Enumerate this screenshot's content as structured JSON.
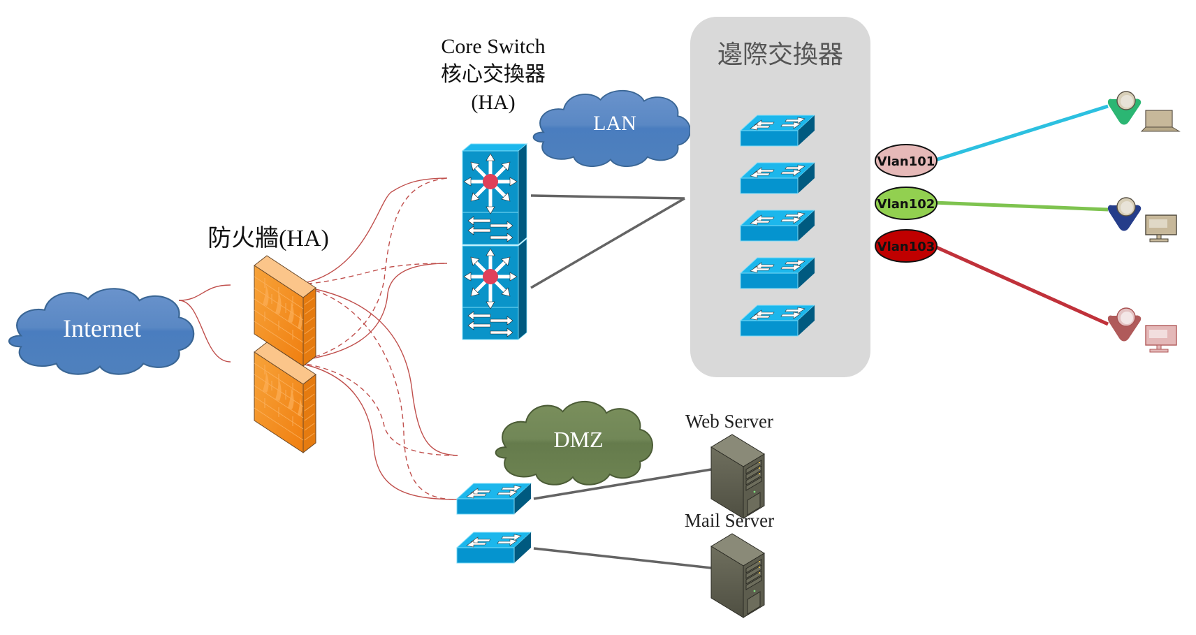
{
  "title": "Network topology",
  "nodes": {
    "internet": {
      "label": "Internet",
      "color": "#4f81bd"
    },
    "lan": {
      "label": "LAN",
      "color": "#4f81bd"
    },
    "dmz": {
      "label": "DMZ",
      "color": "#6e8452"
    },
    "firewall": {
      "label": "防火牆(HA)",
      "color": "#f28a1a"
    },
    "core_switch": {
      "label_line1": "Core Switch",
      "label_line2": "核心交換器",
      "label_line3": "(HA)",
      "color": "#0a94c9"
    },
    "edge_switch_group": {
      "label": "邊際交換器",
      "count": 5,
      "bg_color": "#d9d9d9"
    },
    "web_server": {
      "label": "Web Server"
    },
    "mail_server": {
      "label": "Mail Server"
    }
  },
  "vlans": [
    {
      "label": "Vlan101",
      "fill": "#e6b9b8",
      "line_color": "#2cc0e0",
      "user_color": "#2bb673",
      "device": "laptop"
    },
    {
      "label": "Vlan102",
      "fill": "#92d050",
      "line_color": "#7ec34f",
      "user_color": "#253d8a",
      "device": "desktop"
    },
    {
      "label": "Vlan103",
      "fill": "#c00000",
      "line_color": "#c0313a",
      "user_color": "#b05a5a",
      "device": "desktop"
    }
  ],
  "link_colors": {
    "ha_link": "#c0504d",
    "uplink": "#646464"
  }
}
